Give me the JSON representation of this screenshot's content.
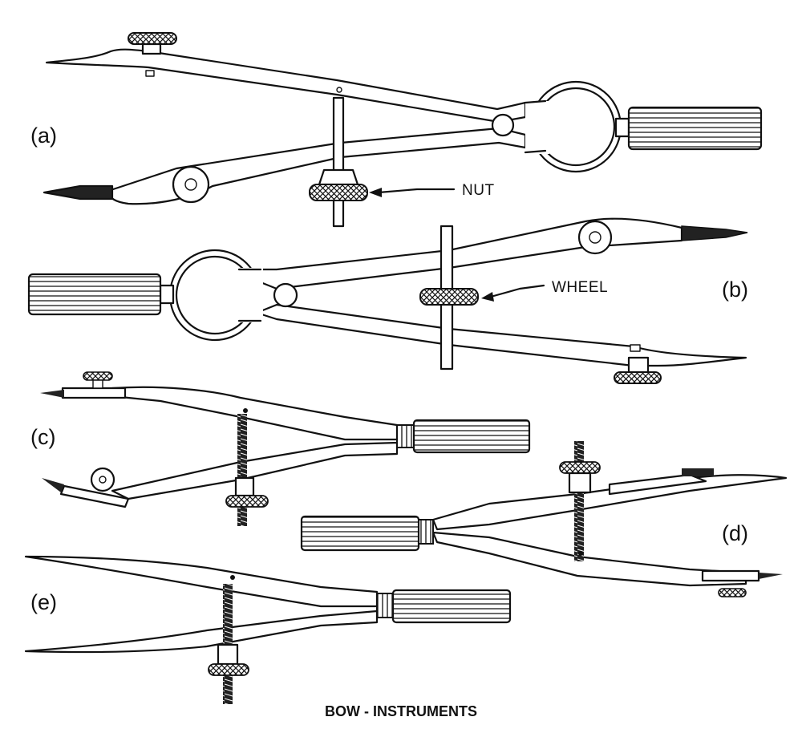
{
  "figures": [
    {
      "label": "(a)"
    },
    {
      "label": "(b)"
    },
    {
      "label": "(c)"
    },
    {
      "label": "(d)"
    },
    {
      "label": "(e)"
    }
  ],
  "callouts": {
    "nut": "NUT",
    "wheel": "WHEEL"
  },
  "caption": "BOW - INSTRUMENTS",
  "icons": [
    "bow-divider-icon",
    "bow-compass-icon",
    "bow-pencil-icon",
    "bow-pen-icon",
    "hatched-knob-icon",
    "knurled-handle-icon"
  ],
  "colors": {
    "line": "#111111",
    "background": "#ffffff"
  }
}
